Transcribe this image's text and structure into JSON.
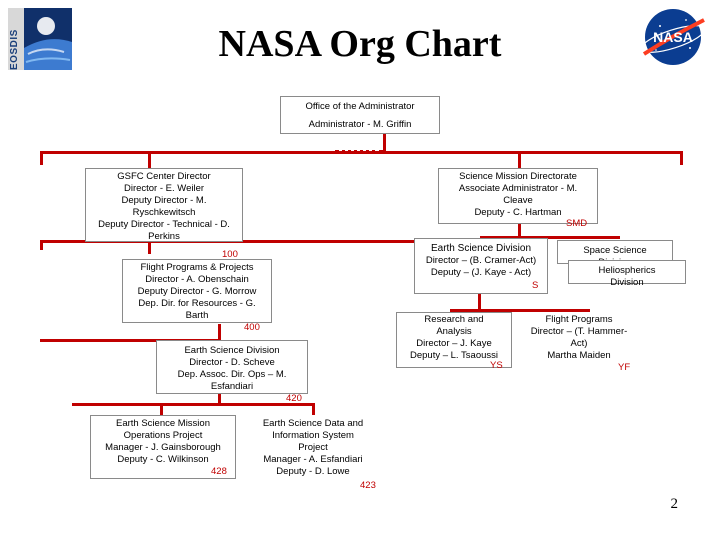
{
  "header": {
    "title": "NASA Org Chart",
    "left_logo": {
      "text": "EOSDIS",
      "icon": "eosdis-logo"
    },
    "right_logo": {
      "text": "NASA",
      "icon": "nasa-meatball-logo"
    }
  },
  "nodes": {
    "administrator": {
      "lines": [
        "Office of the Administrator",
        "Administrator - M. Griffin"
      ]
    },
    "gsfc": {
      "lines": [
        "GSFC Center Director",
        "Director - E. Weiler",
        "Deputy Director - M.",
        "Ryschkewitsch",
        "Deputy Director - Technical - D.",
        "Perkins"
      ]
    },
    "smd": {
      "lines": [
        "Science Mission Directorate",
        "Associate Administrator - M.",
        "Cleave",
        "Deputy - C. Hartman"
      ],
      "code": "SMD"
    },
    "flight_programs_projects": {
      "code_above": "100",
      "lines": [
        "Flight Programs & Projects",
        "Director - A. Obenschain",
        "Deputy Director - G. Morrow",
        "Dep. Dir. for Resources - G.",
        "Barth"
      ],
      "code": "400"
    },
    "earth_science_division_hq": {
      "lines": [
        "Earth Science Division",
        "Director – (B. Cramer-Act)",
        "Deputy – (J. Kaye - Act)"
      ],
      "code": "S"
    },
    "space_science_division": {
      "lines": [
        "Space Science",
        "Division"
      ]
    },
    "heliospherics_division": {
      "lines": [
        "Heliospherics",
        "Division"
      ]
    },
    "earth_science_division_gsfc": {
      "lines": [
        "Earth Science Division",
        "Director - D. Scheve",
        "Dep. Assoc. Dir. Ops – M.",
        "Esfandiari"
      ],
      "code": "420"
    },
    "research_analysis": {
      "lines": [
        "Research and",
        "Analysis",
        "Director – J. Kaye",
        "Deputy – L. Tsaoussi"
      ],
      "code": "YS"
    },
    "flight_programs_hq": {
      "lines": [
        "Flight Programs",
        "Director – (T. Hammer-",
        "Act)",
        "Martha Maiden"
      ],
      "code": "YF"
    },
    "esmo": {
      "lines": [
        "Earth Science Mission",
        "Operations Project",
        "Manager - J. Gainsborough",
        "Deputy - C. Wilkinson"
      ],
      "code": "428"
    },
    "esdis": {
      "lines": [
        "Earth Science Data and",
        "Information System",
        "Project",
        "Manager - A. Esfandiari",
        "Deputy - D. Lowe"
      ],
      "code": "423"
    }
  },
  "footer": {
    "page_number": "2"
  },
  "colors": {
    "connector": "#c00000",
    "box_border": "#8a8a8a",
    "code_text": "#c00000"
  }
}
